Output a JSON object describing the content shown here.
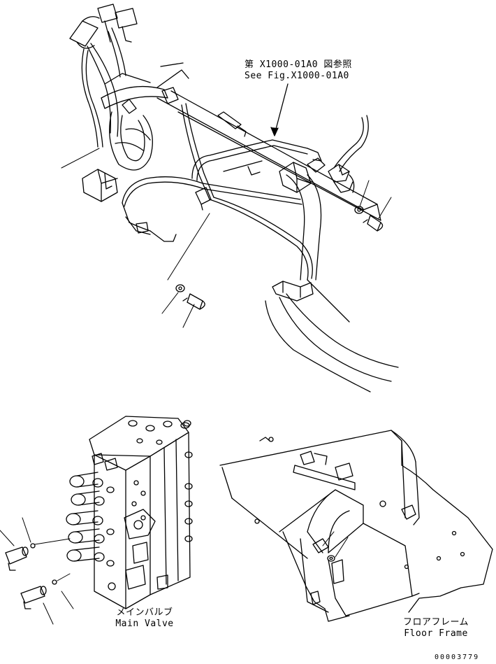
{
  "callout": {
    "line1": "第 X1000-01A0 図参照",
    "line2": "See Fig.X1000-01A0"
  },
  "main_valve": {
    "label_jp": "メインバルブ",
    "label_en": "Main Valve"
  },
  "floor_frame": {
    "label_jp": "フロアフレーム",
    "label_en": "Floor Frame"
  },
  "drawing_number": "00003779",
  "colors": {
    "ink": "#000000",
    "paper": "#ffffff"
  }
}
